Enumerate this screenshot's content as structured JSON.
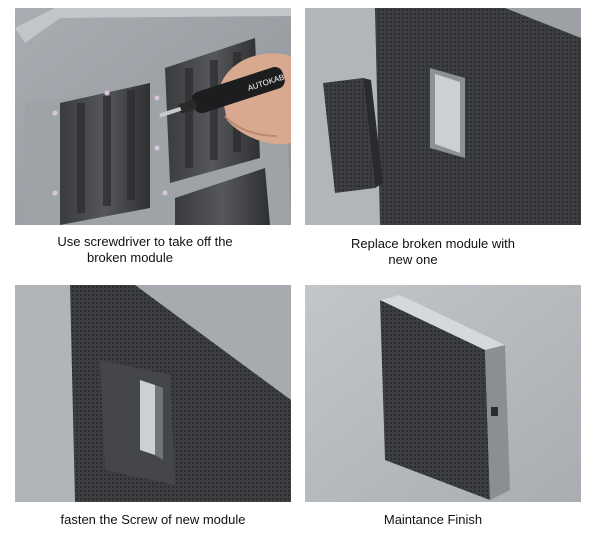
{
  "steps": [
    {
      "caption_line1": "Use screwdriver to take off the",
      "caption_line2": "broken module"
    },
    {
      "caption_line1": "Replace broken module with",
      "caption_line2": "new one"
    },
    {
      "caption_line1": "fasten the Screw of new module",
      "caption_line2": ""
    },
    {
      "caption_line1": "Maintance Finish",
      "caption_line2": ""
    }
  ],
  "screwdriver_brand": "AUTOKAB"
}
